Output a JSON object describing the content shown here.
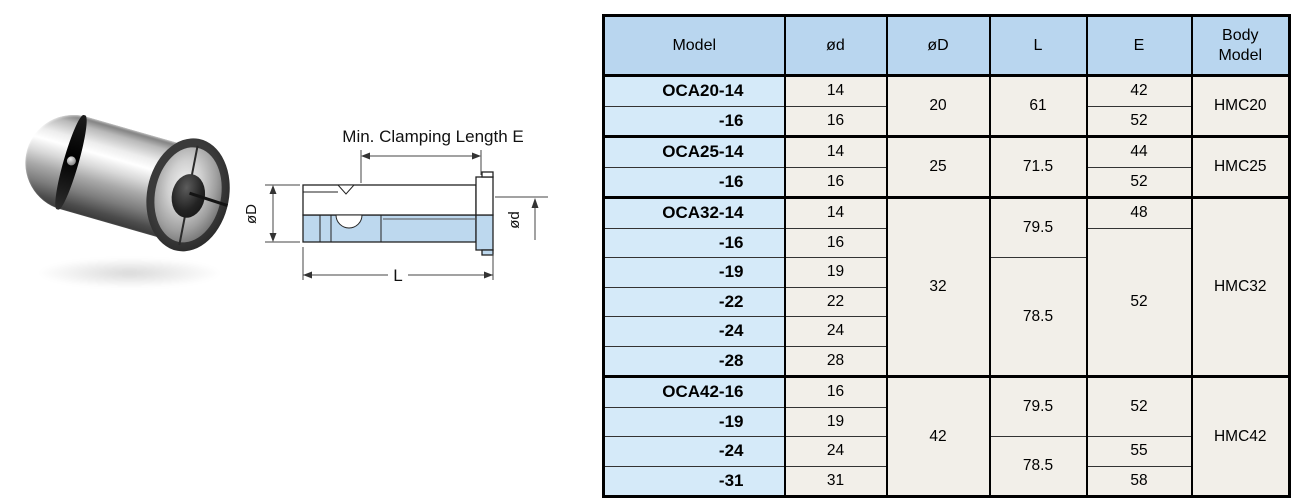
{
  "photo": {
    "name": "collet-reduction-sleeve-photo"
  },
  "drawing": {
    "min_clamping_label": "Min. Clamping Length E",
    "dim_d_outer": "øD",
    "dim_d_inner": "ød",
    "dim_length": "L"
  },
  "table": {
    "headers": {
      "model": "Model",
      "d": "ød",
      "D": "øD",
      "length": "L",
      "e": "E",
      "body": [
        "Body",
        "Model"
      ]
    },
    "groups": [
      {
        "body_model": "HMC20",
        "outer_d": "20",
        "rows": [
          {
            "model": "OCA20-14",
            "d": "14"
          },
          {
            "model": "-16",
            "d": "16"
          }
        ],
        "length_spans": [
          {
            "value": "61",
            "rows": 2
          }
        ],
        "e_spans": [
          {
            "value": "42",
            "rows": 1
          },
          {
            "value": "52",
            "rows": 1
          }
        ]
      },
      {
        "body_model": "HMC25",
        "outer_d": "25",
        "rows": [
          {
            "model": "OCA25-14",
            "d": "14"
          },
          {
            "model": "-16",
            "d": "16"
          }
        ],
        "length_spans": [
          {
            "value": "71.5",
            "rows": 2
          }
        ],
        "e_spans": [
          {
            "value": "44",
            "rows": 1
          },
          {
            "value": "52",
            "rows": 1
          }
        ]
      },
      {
        "body_model": "HMC32",
        "outer_d": "32",
        "rows": [
          {
            "model": "OCA32-14",
            "d": "14"
          },
          {
            "model": "-16",
            "d": "16"
          },
          {
            "model": "-19",
            "d": "19"
          },
          {
            "model": "-22",
            "d": "22"
          },
          {
            "model": "-24",
            "d": "24"
          },
          {
            "model": "-28",
            "d": "28"
          }
        ],
        "length_spans": [
          {
            "value": "79.5",
            "rows": 2
          },
          {
            "value": "78.5",
            "rows": 4
          }
        ],
        "e_spans": [
          {
            "value": "48",
            "rows": 1
          },
          {
            "value": "52",
            "rows": 5
          }
        ]
      },
      {
        "body_model": "HMC42",
        "outer_d": "42",
        "rows": [
          {
            "model": "OCA42-16",
            "d": "16"
          },
          {
            "model": "-19",
            "d": "19"
          },
          {
            "model": "-24",
            "d": "24"
          },
          {
            "model": "-31",
            "d": "31"
          }
        ],
        "length_spans": [
          {
            "value": "79.5",
            "rows": 2
          },
          {
            "value": "78.5",
            "rows": 2
          }
        ],
        "e_spans": [
          {
            "value": "52",
            "rows": 2
          },
          {
            "value": "55",
            "rows": 1
          },
          {
            "value": "58",
            "rows": 1
          }
        ]
      }
    ]
  },
  "colors": {
    "header_bg": "#b9d6ef",
    "model_bg": "#d5eaf9",
    "cell_bg": "#f2efe9",
    "drawing_fill": "#bdd8ee",
    "border": "#000000"
  }
}
